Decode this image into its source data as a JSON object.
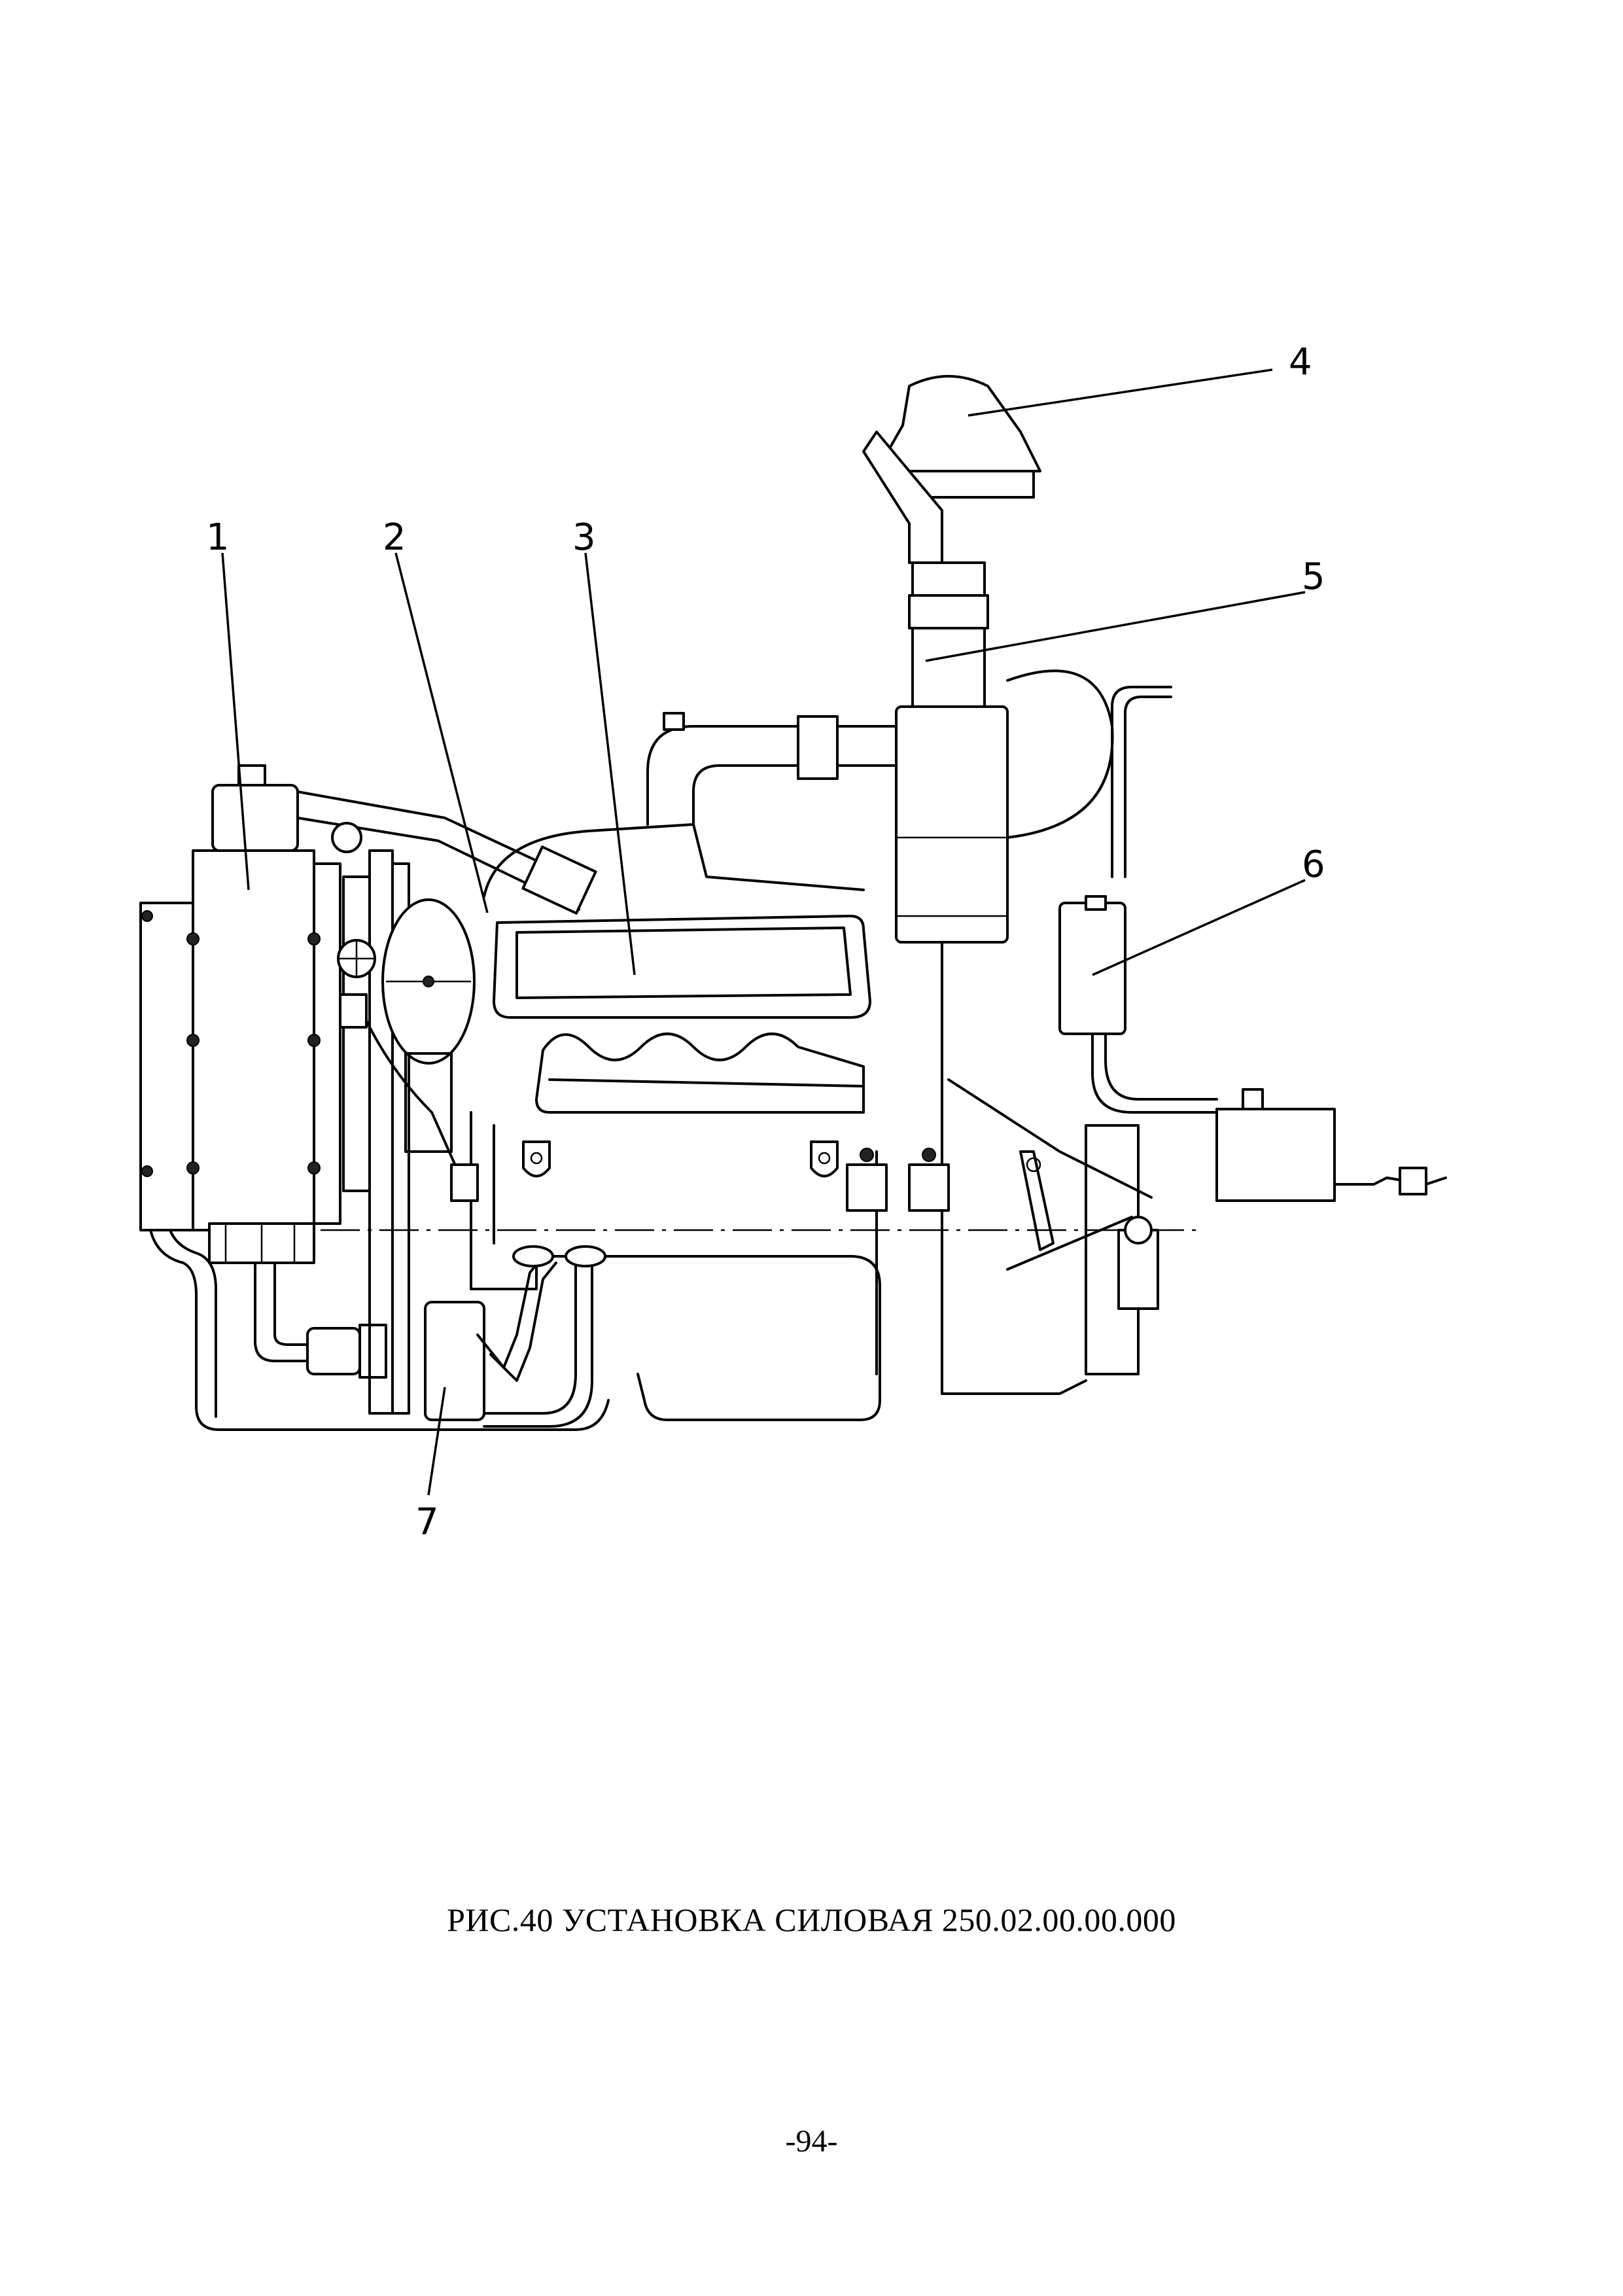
{
  "figure": {
    "caption": "РИС.40  УСТАНОВКА СИЛОВАЯ 250.02.00.00.000",
    "callouts": [
      "1",
      "2",
      "3",
      "4",
      "5",
      "6",
      "7"
    ]
  },
  "page": {
    "number": "-94-"
  }
}
